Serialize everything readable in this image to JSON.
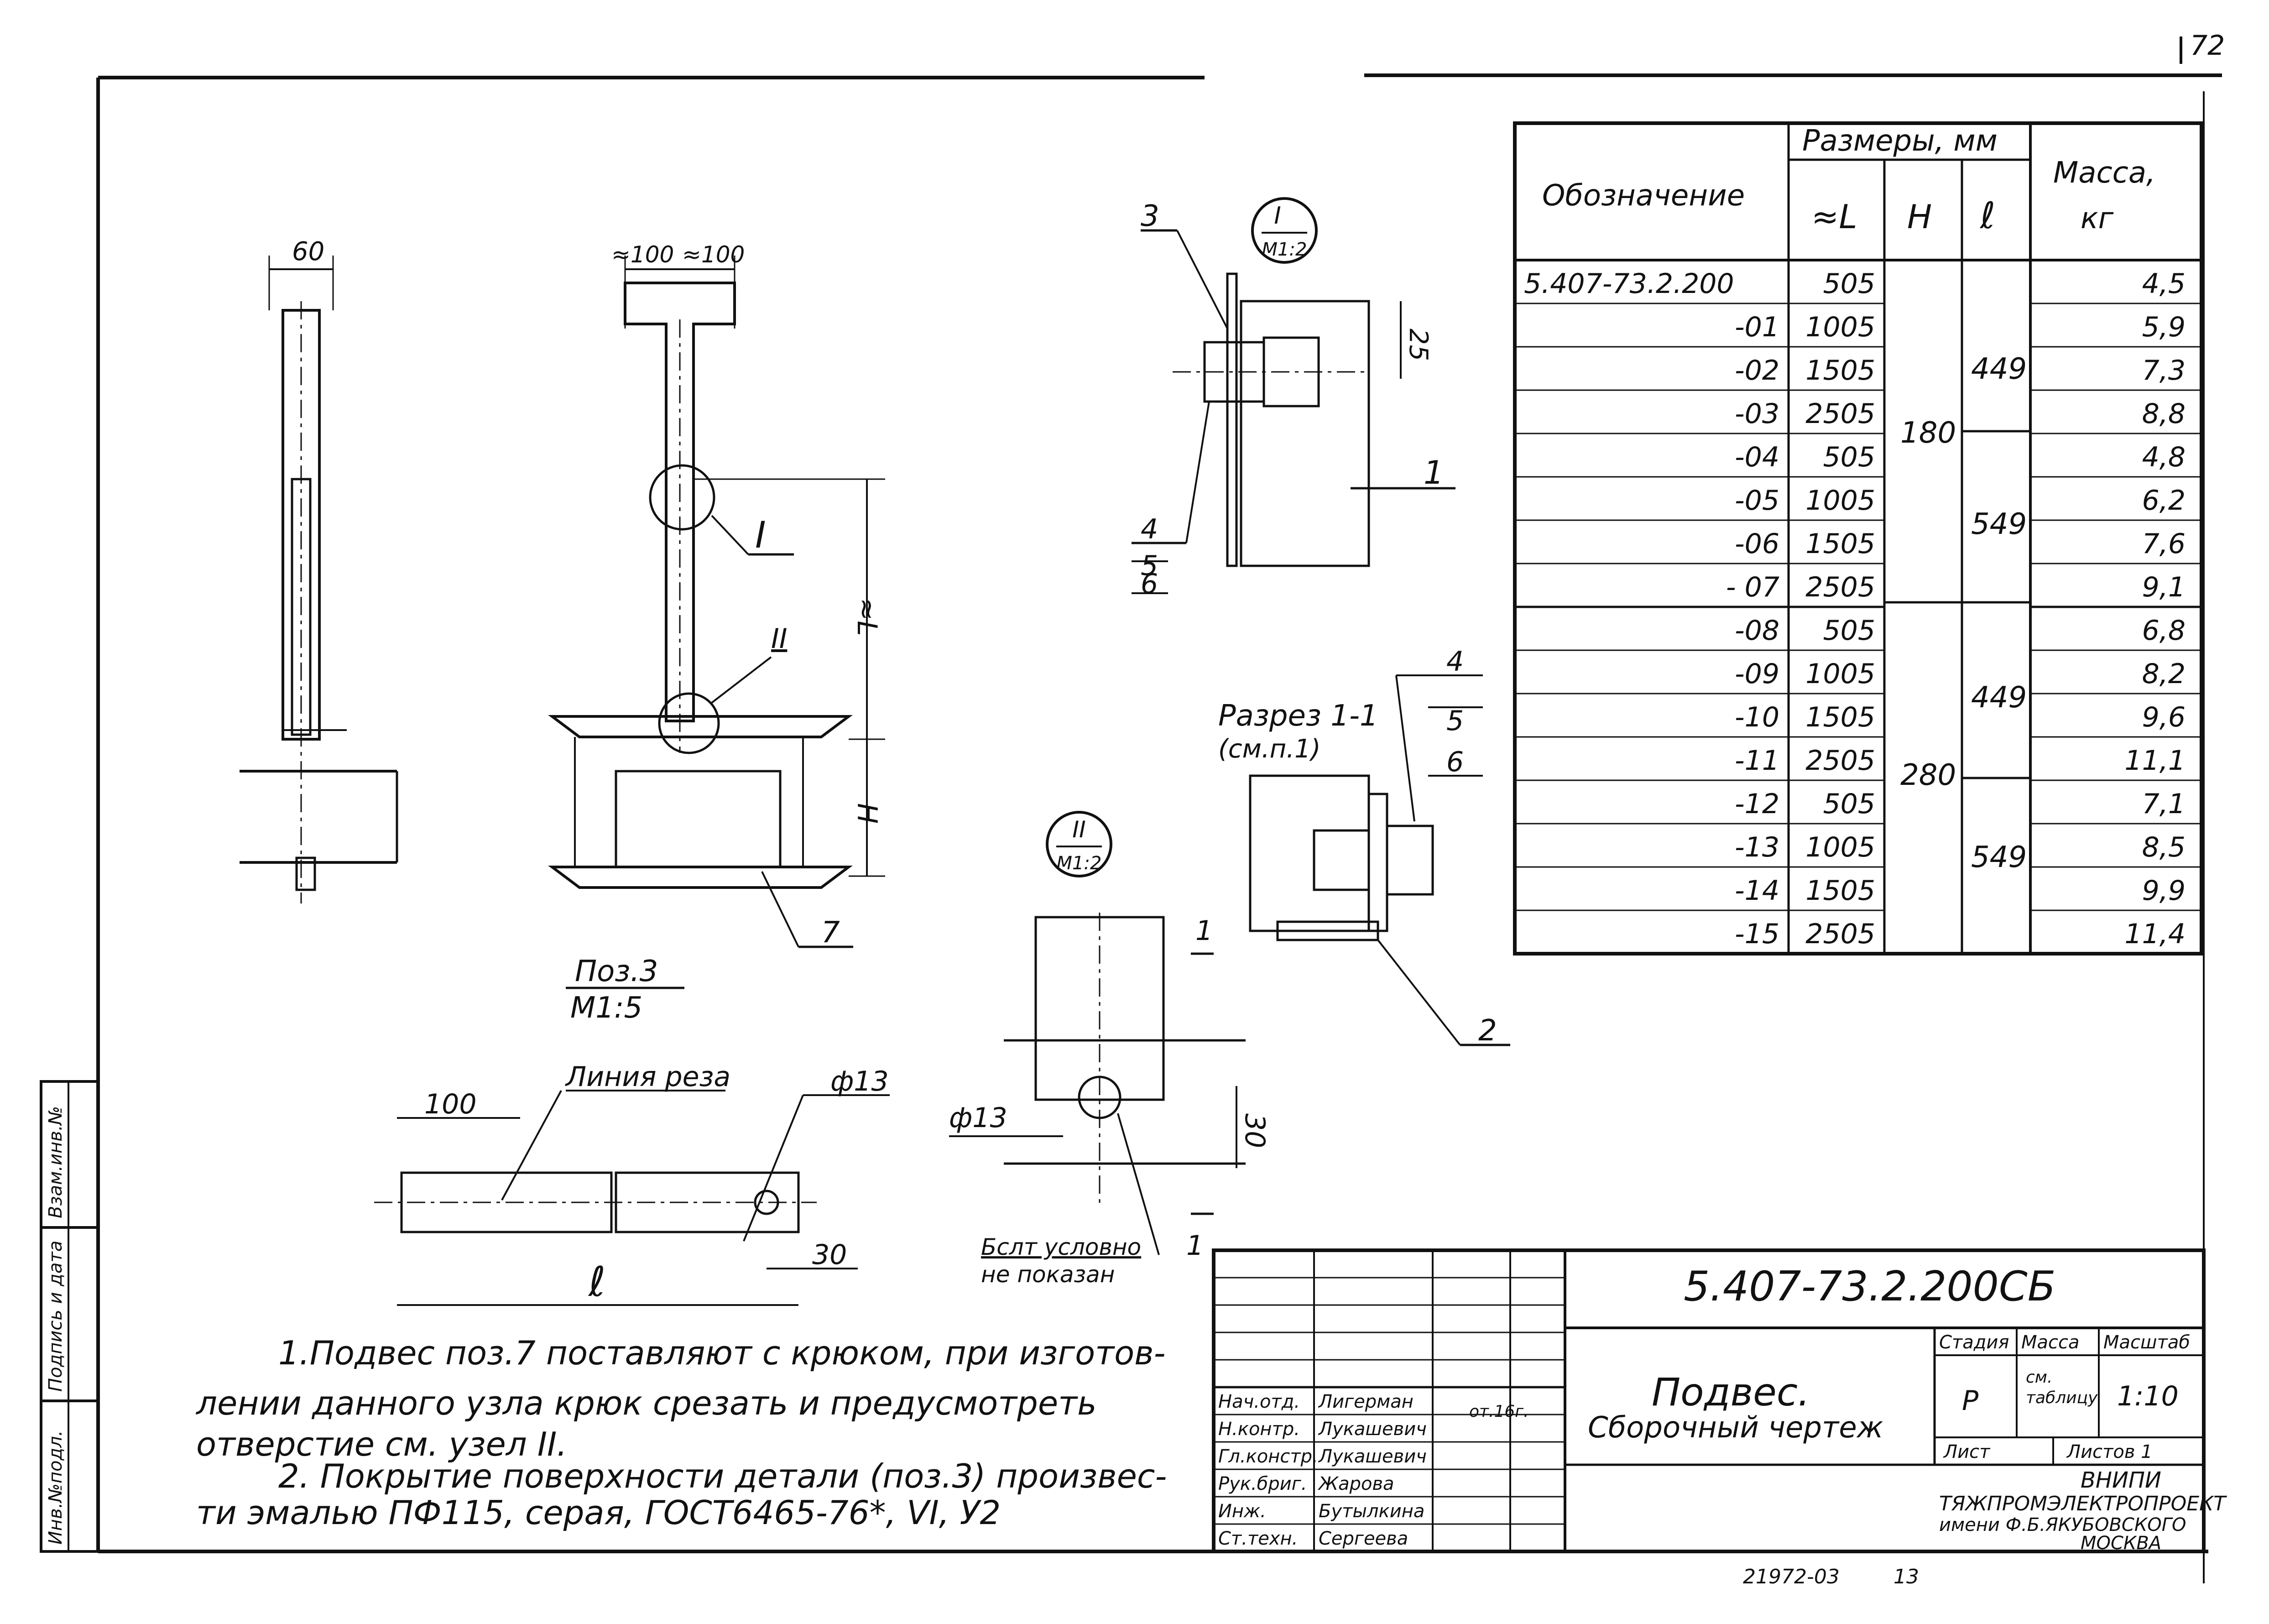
{
  "page_number": "72",
  "table": {
    "header_designation": "Обозначение",
    "header_dims": "Размеры, мм",
    "header_L": "≈L",
    "header_H": "Н",
    "header_l": "ℓ",
    "header_mass_1": "Масса,",
    "header_mass_2": "кг",
    "rows": [
      {
        "d": "5.407-73.2.200",
        "L": "505",
        "m": "4,5"
      },
      {
        "d": "-01",
        "L": "1005",
        "m": "5,9"
      },
      {
        "d": "-02",
        "L": "1505",
        "m": "7,3"
      },
      {
        "d": "-03",
        "L": "2505",
        "m": "8,8"
      },
      {
        "d": "-04",
        "L": "505",
        "m": "4,8"
      },
      {
        "d": "-05",
        "L": "1005",
        "m": "6,2"
      },
      {
        "d": "-06",
        "L": "1505",
        "m": "7,6"
      },
      {
        "d": "- 07",
        "L": "2505",
        "m": "9,1"
      },
      {
        "d": "-08",
        "L": "505",
        "m": "6,8"
      },
      {
        "d": "-09",
        "L": "1005",
        "m": "8,2"
      },
      {
        "d": "-10",
        "L": "1505",
        "m": "9,6"
      },
      {
        "d": "-11",
        "L": "2505",
        "m": "11,1"
      },
      {
        "d": "-12",
        "L": "505",
        "m": "7,1"
      },
      {
        "d": "-13",
        "L": "1005",
        "m": "8,5"
      },
      {
        "d": "-14",
        "L": "1505",
        "m": "9,9"
      },
      {
        "d": "-15",
        "L": "2505",
        "m": "11,4"
      }
    ],
    "H_values": [
      "180",
      "280"
    ],
    "l_values": [
      "449",
      "549",
      "449",
      "549"
    ]
  },
  "drawing": {
    "dim_60": "60",
    "dim_100a": "≈100",
    "dim_100b": "≈100",
    "dim_L": "≈L",
    "dim_H": "Н",
    "dim_25": "25",
    "dim_30a": "30",
    "dim_30b": "30",
    "dim_100": "100",
    "dim_l": "ℓ",
    "phi13a": "ф13",
    "phi13b": "ф13",
    "mark_I": "I",
    "mark_II": "II",
    "detail_I_top": "I",
    "detail_I_bottom": "М1:2",
    "detail_II_top": "II",
    "detail_II_bottom": "М1:2",
    "pos3_top": "Поз.3",
    "pos3_bottom": "М1:5",
    "cut_line": "Линия реза",
    "section_title": "Разрез 1-1",
    "section_sub": "(см.п.1)",
    "weld_note_1": "Бслт условно",
    "weld_note_2": "не показан",
    "cut_mark": "1",
    "pos1": "1",
    "pos2": "2",
    "pos3": "3",
    "pos4": "4",
    "pos5": "5",
    "pos6": "6",
    "pos7": "7"
  },
  "notes": {
    "n1_line1": "1.Подвес поз.7 поставляют с крюком, при изготов-",
    "n1_line2": "лении данного узла крюк срезать и предусмотреть",
    "n1_line3": "отверстие см. узел II.",
    "n2_line1": "2. Покрытие поверхности детали (поз.3) произвес-",
    "n2_line2": "ти эмалью ПФ115, серая, ГОСТ6465-76*, VI, У2"
  },
  "title_block": {
    "doc_code": "5.407-73.2.200СБ",
    "title_1": "Подвес.",
    "title_2": "Сборочный чертеж",
    "stage_label": "Стадия",
    "stage_value": "Р",
    "mass_label": "Масса",
    "mass_value_1": "см.",
    "mass_value_2": "таблицу",
    "scale_label": "Масштаб",
    "scale_value": "1:10",
    "sheet_label": "Лист",
    "sheets_label": "Листов 1",
    "org_1": "ВНИПИ",
    "org_2": "ТЯЖПРОМЭЛЕКТРОПРОЕКТ",
    "org_3": "имени Ф.Б.ЯКУБОВСКОГО",
    "org_4": "МОСКВА",
    "staff": [
      {
        "role": "Нач.отд.",
        "name": "Лигерман"
      },
      {
        "role": "Н.контр.",
        "name": "Лукашевич"
      },
      {
        "role": "Гл.констр.",
        "name": "Лукашевич"
      },
      {
        "role": "Рук.бриг.",
        "name": "Жарова"
      },
      {
        "role": "Инж.",
        "name": "Бутылкина"
      },
      {
        "role": "Ст.техн.",
        "name": "Сергеева"
      }
    ],
    "stamp_note": "от.16г."
  },
  "side_stamp": {
    "inv_podl": "Инв.№подл.",
    "podp_data": "Подпись и дата",
    "vzam_inv": "Взам.инв.№"
  },
  "footer": {
    "archive_no": "21972-03",
    "copy_no": "13"
  }
}
